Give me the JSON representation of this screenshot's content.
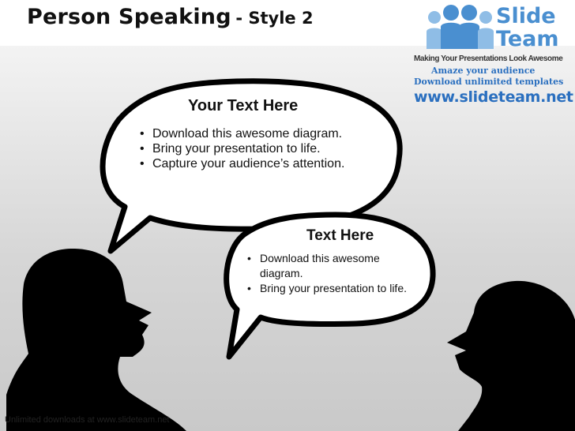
{
  "title": {
    "main": "Person Speaking",
    "sub": "- Style 2"
  },
  "logo": {
    "word_top": "Slide",
    "word_bottom": "Team",
    "tagline": "Making Your Presentations Look Awesome",
    "promo_line1": "Amaze your audience",
    "promo_line2": "Download unlimited templates",
    "url": "www.slideteam.net"
  },
  "bubble_left": {
    "heading": "Your Text Here",
    "items": [
      "Download this awesome diagram.",
      "Bring your presentation to life.",
      "Capture your audience’s attention."
    ]
  },
  "bubble_right": {
    "heading": "Text Here",
    "items": [
      "Download this awesome diagram.",
      "Bring your presentation to life."
    ]
  },
  "footer": "Unlimited downloads at www.slideteam.net",
  "colors": {
    "brand": "#4a8fd0",
    "silhouette": "#000000"
  }
}
